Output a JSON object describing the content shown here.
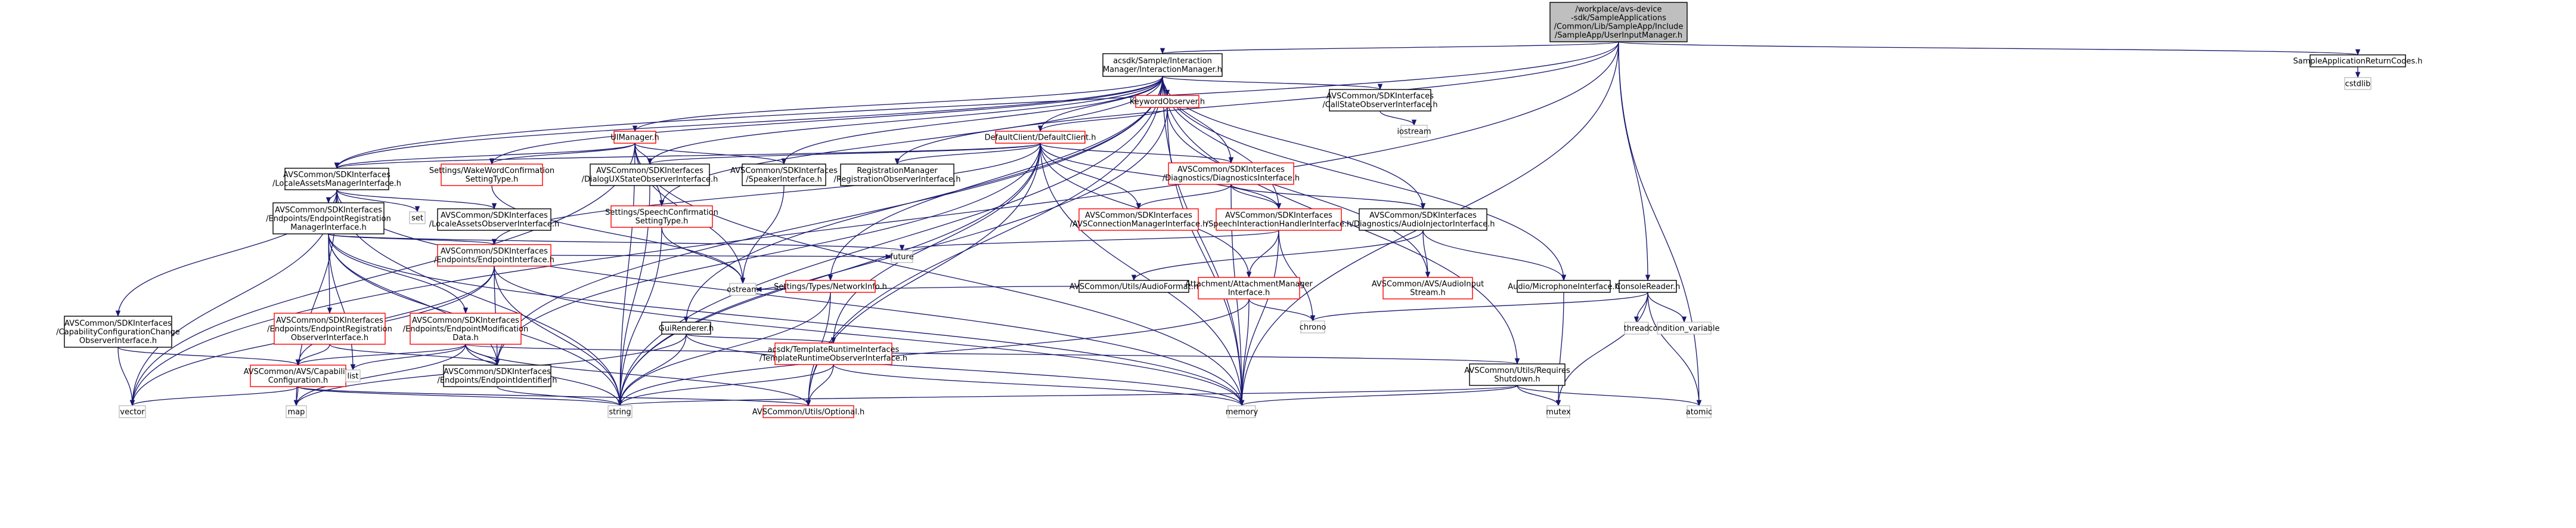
{
  "colors": {
    "root_fill": "#bfbfbf",
    "red_border": "#ff0000",
    "black_border": "#000000",
    "missing_border": "#bfbfbf",
    "edge": "#191970"
  },
  "nodes": {
    "root": {
      "lines": [
        "/workplace/avs-device",
        "-sdk/SampleApplications",
        "/Common/Lib/SampleApp/Include",
        "/SampleApp/UserInputManager.h"
      ],
      "style": "root"
    },
    "interaction_manager": {
      "lines": [
        "acsdk/Sample/Interaction",
        "Manager/InteractionManager.h"
      ],
      "style": "black"
    },
    "sample_return_codes": {
      "lines": [
        "SampleApplicationReturnCodes.h"
      ],
      "style": "black"
    },
    "cstdlib": {
      "lines": [
        "cstdlib"
      ],
      "style": "missing"
    },
    "keyword_observer": {
      "lines": [
        "KeywordObserver.h"
      ],
      "style": "red"
    },
    "call_state_observer": {
      "lines": [
        "AVSCommon/SDKInterfaces",
        "/CallStateObserverInterface.h"
      ],
      "style": "black"
    },
    "iostream": {
      "lines": [
        "iostream"
      ],
      "style": "missing"
    },
    "ui_manager": {
      "lines": [
        "UIManager.h"
      ],
      "style": "red"
    },
    "default_client": {
      "lines": [
        "DefaultClient/DefaultClient.h"
      ],
      "style": "red"
    },
    "locale_assets_manager": {
      "lines": [
        "AVSCommon/SDKInterfaces",
        "/LocaleAssetsManagerInterface.h"
      ],
      "style": "black"
    },
    "wake_word_confirmation": {
      "lines": [
        "Settings/WakeWordConfirmation",
        "SettingType.h"
      ],
      "style": "red"
    },
    "dialog_ux_observer": {
      "lines": [
        "AVSCommon/SDKInterfaces",
        "/DialogUXStateObserverInterface.h"
      ],
      "style": "black"
    },
    "speaker_interface": {
      "lines": [
        "AVSCommon/SDKInterfaces",
        "/SpeakerInterface.h"
      ],
      "style": "black"
    },
    "registration_observer": {
      "lines": [
        "RegistrationManager",
        "/RegistrationObserverInterface.h"
      ],
      "style": "black"
    },
    "diagnostics_interface": {
      "lines": [
        "AVSCommon/SDKInterfaces",
        "/Diagnostics/DiagnosticsInterface.h"
      ],
      "style": "red"
    },
    "avs_connection_manager": {
      "lines": [
        "AVSCommon/SDKInterfaces",
        "/AVSConnectionManagerInterface.h"
      ],
      "style": "red"
    },
    "speech_interaction_handler": {
      "lines": [
        "AVSCommon/SDKInterfaces",
        "/SpeechInteractionHandlerInterface.h"
      ],
      "style": "red"
    },
    "audio_injector": {
      "lines": [
        "AVSCommon/SDKInterfaces",
        "/Diagnostics/AudioInjectorInterface.h"
      ],
      "style": "black"
    },
    "endpoint_registration_manager": {
      "lines": [
        "AVSCommon/SDKInterfaces",
        "/Endpoints/EndpointRegistration",
        "ManagerInterface.h"
      ],
      "style": "black"
    },
    "set": {
      "lines": [
        "set"
      ],
      "style": "missing"
    },
    "locale_assets_observer": {
      "lines": [
        "AVSCommon/SDKInterfaces",
        "/LocaleAssetsObserverInterface.h"
      ],
      "style": "black"
    },
    "speech_confirmation": {
      "lines": [
        "Settings/SpeechConfirmation",
        "SettingType.h"
      ],
      "style": "red"
    },
    "endpoint_interface": {
      "lines": [
        "AVSCommon/SDKInterfaces",
        "/Endpoints/EndpointInterface.h"
      ],
      "style": "red"
    },
    "future": {
      "lines": [
        "future"
      ],
      "style": "missing"
    },
    "network_info": {
      "lines": [
        "Settings/Types/NetworkInfo.h"
      ],
      "style": "red"
    },
    "ostream": {
      "lines": [
        "ostream"
      ],
      "style": "missing"
    },
    "audio_format": {
      "lines": [
        "AVSCommon/Utils/AudioFormat.h"
      ],
      "style": "black"
    },
    "attachment_manager": {
      "lines": [
        "Attachment/AttachmentManager",
        "Interface.h"
      ],
      "style": "red"
    },
    "audio_input_stream": {
      "lines": [
        "AVSCommon/AVS/AudioInput",
        "Stream.h"
      ],
      "style": "red"
    },
    "audio_microphone": {
      "lines": [
        "Audio/MicrophoneInterface.h"
      ],
      "style": "black"
    },
    "console_reader": {
      "lines": [
        "ConsoleReader.h"
      ],
      "style": "black"
    },
    "capability_config_change": {
      "lines": [
        "AVSCommon/SDKInterfaces",
        "/CapabilityConfigurationChange",
        "ObserverInterface.h"
      ],
      "style": "black"
    },
    "endpoint_registration_observer": {
      "lines": [
        "AVSCommon/SDKInterfaces",
        "/Endpoints/EndpointRegistration",
        "ObserverInterface.h"
      ],
      "style": "red"
    },
    "endpoint_modification_data": {
      "lines": [
        "AVSCommon/SDKInterfaces",
        "/Endpoints/EndpointModification",
        "Data.h"
      ],
      "style": "red"
    },
    "gui_renderer": {
      "lines": [
        "GuiRenderer.h"
      ],
      "style": "black"
    },
    "template_runtime_observer": {
      "lines": [
        "acsdk/TemplateRuntimeInterfaces",
        "/TemplateRuntimeObserverInterface.h"
      ],
      "style": "red"
    },
    "chrono": {
      "lines": [
        "chrono"
      ],
      "style": "missing"
    },
    "thread": {
      "lines": [
        "thread"
      ],
      "style": "missing"
    },
    "condition_variable": {
      "lines": [
        "condition_variable"
      ],
      "style": "missing"
    },
    "capability_configuration": {
      "lines": [
        "AVSCommon/AVS/Capability",
        "Configuration.h"
      ],
      "style": "red"
    },
    "list": {
      "lines": [
        "list"
      ],
      "style": "missing"
    },
    "endpoint_identifier": {
      "lines": [
        "AVSCommon/SDKInterfaces",
        "/Endpoints/EndpointIdentifier.h"
      ],
      "style": "black"
    },
    "requires_shutdown": {
      "lines": [
        "AVSCommon/Utils/Requires",
        "Shutdown.h"
      ],
      "style": "black"
    },
    "vector": {
      "lines": [
        "vector"
      ],
      "style": "missing"
    },
    "map": {
      "lines": [
        "map"
      ],
      "style": "missing"
    },
    "string": {
      "lines": [
        "string"
      ],
      "style": "missing"
    },
    "optional": {
      "lines": [
        "AVSCommon/Utils/Optional.h"
      ],
      "style": "red"
    },
    "memory": {
      "lines": [
        "memory"
      ],
      "style": "missing"
    },
    "mutex": {
      "lines": [
        "mutex"
      ],
      "style": "missing"
    },
    "atomic": {
      "lines": [
        "atomic"
      ],
      "style": "missing"
    }
  }
}
